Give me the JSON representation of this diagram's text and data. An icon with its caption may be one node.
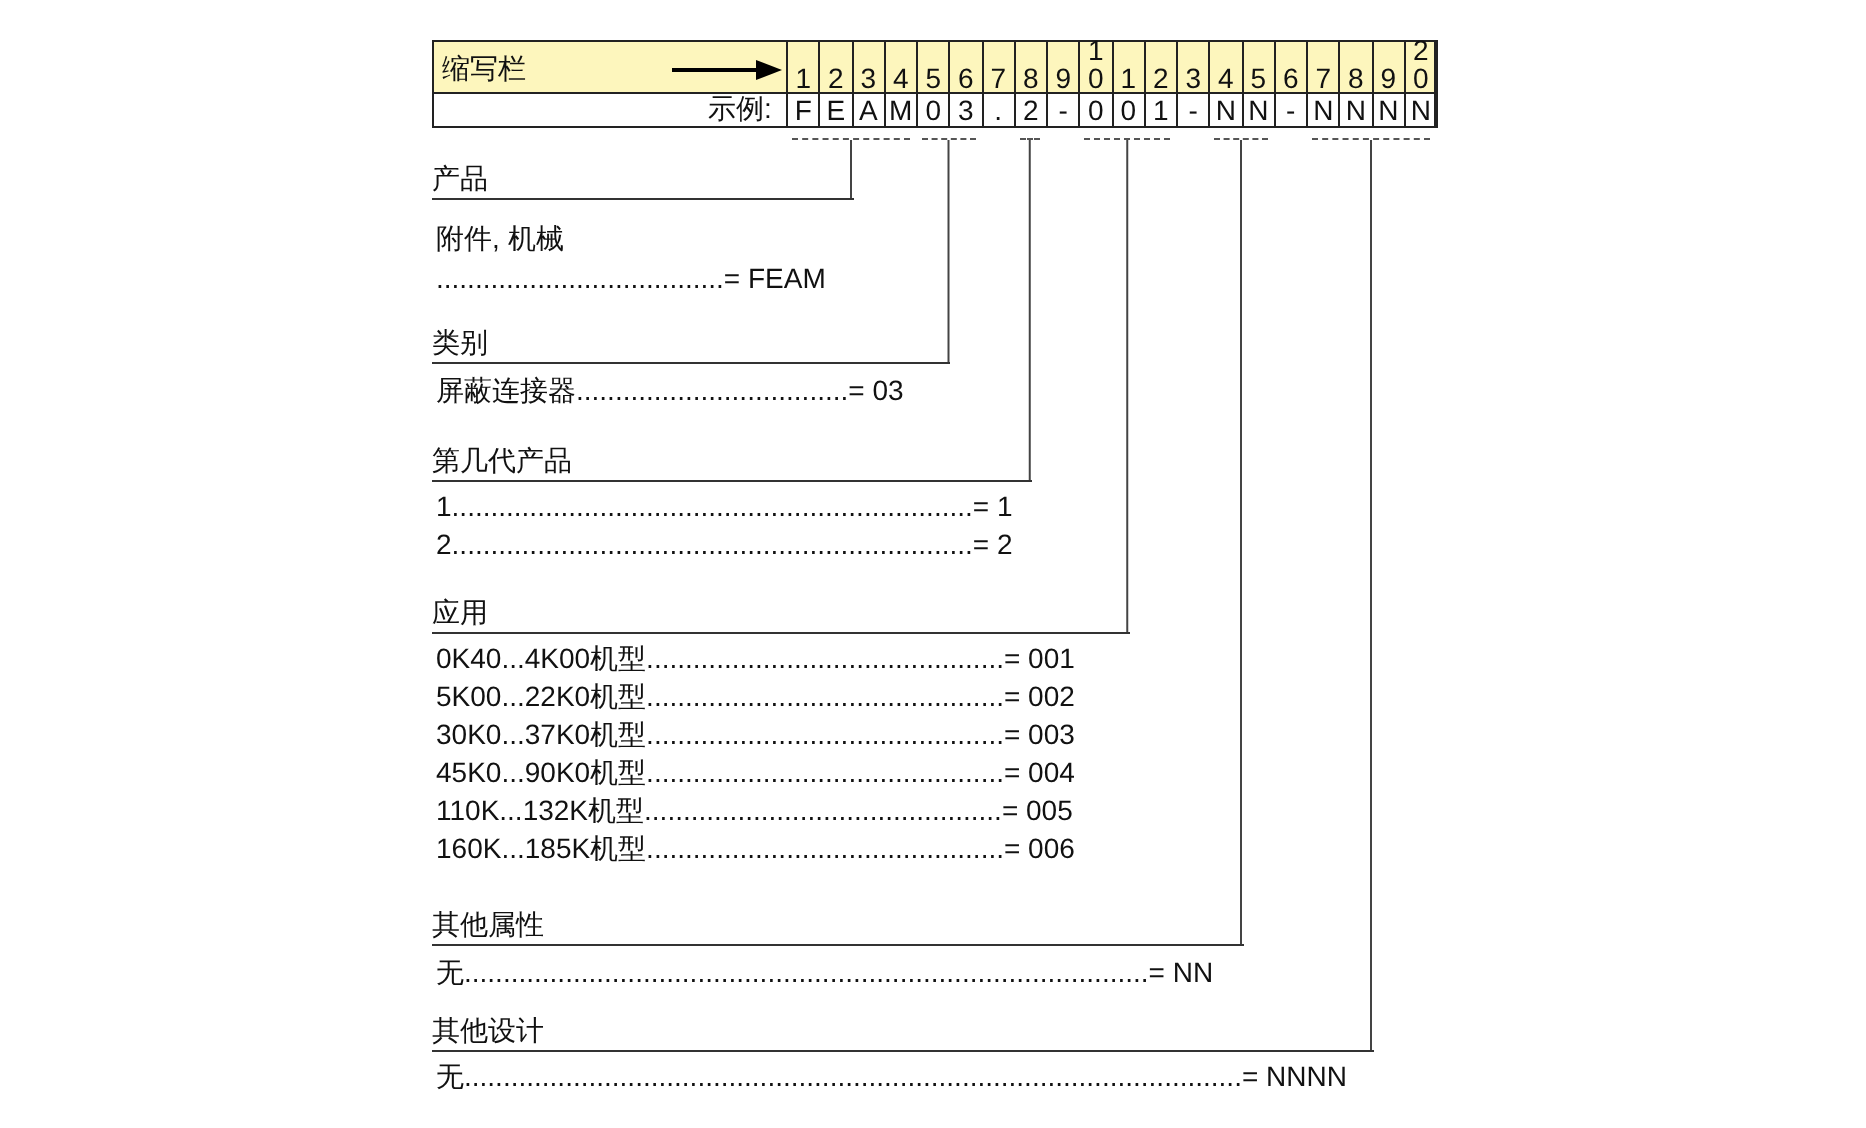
{
  "diagram": {
    "nodes": [
      {
        "text": [],
        "shape": "bar"
      },
      {
        "text": [],
        "shape": "bar"
      },
      {
        "text": [],
        "shape": "bar"
      },
      {
        "text": [],
        "shape": "bar"
      },
      {
        "text": [],
        "shape": "bar"
      },
      {
        "text": [],
        "shape": "bar"
      },
      {
        "text": [
          "产品"
        ]
      },
      {
        "text": [
          "类别"
        ]
      },
      {
        "text": [
          "第几代产品"
        ]
      },
      {
        "text": [
          "应用"
        ]
      },
      {
        "text": [
          "其他属性"
        ]
      },
      {
        "text": [
          "其他设计"
        ]
      }
    ],
    "edges": [
      {
        "from": 6,
        "to": 0,
        "arrow": "none"
      },
      {
        "from": 7,
        "to": 1,
        "arrow": "none"
      },
      {
        "from": 8,
        "to": 2,
        "arrow": "none"
      },
      {
        "from": 9,
        "to": 3,
        "arrow": "none"
      },
      {
        "from": 10,
        "to": 4,
        "arrow": "none"
      },
      {
        "from": 11,
        "to": 5,
        "arrow": "none"
      }
    ],
    "labels": [
      "缩写栏",
      "1",
      "2",
      "3",
      "4",
      "5",
      "6",
      "7",
      "8",
      "9",
      "10",
      "1",
      "2",
      "3",
      "4",
      "5",
      "6",
      "7",
      "8",
      "9",
      "20",
      "示例:",
      "F",
      "E",
      "A",
      "M",
      "0",
      "3",
      ".",
      "2",
      "-",
      "0",
      "0",
      "1",
      "-",
      "N",
      "N",
      "-",
      "N",
      "N",
      "N",
      "N",
      "附件, 机械",
      ".....................................= FEAM",
      "屏蔽连接器...................................= 03",
      "1...................................................................= 1",
      "2...................................................................= 2",
      "0K40...4K00机型..............................................= 001",
      "5K00...22K0机型..............................................= 002",
      "30K0...37K0机型..............................................= 003",
      "45K0...90K0机型..............................................= 004",
      "110K...132K机型..............................................= 005",
      "160K...185K机型..............................................= 006",
      "无........................................................................................= NN",
      "无....................................................................................................= NNNN"
    ]
  }
}
